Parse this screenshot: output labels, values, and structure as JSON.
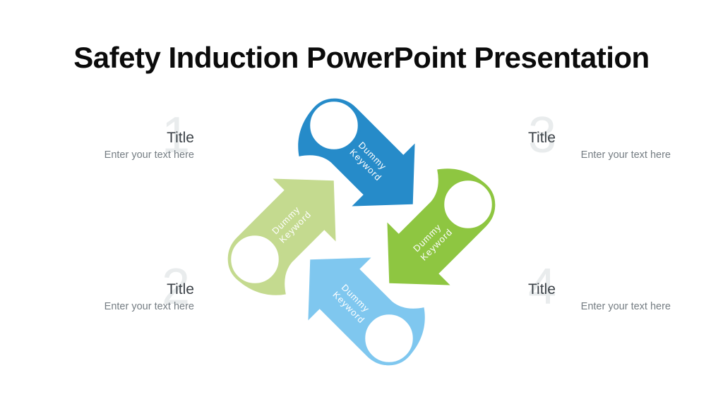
{
  "slide": {
    "title": "Safety Induction PowerPoint Presentation"
  },
  "placeholders": [
    {
      "number": "1",
      "title": "Title",
      "caption": "Enter your text here",
      "position": "top-left"
    },
    {
      "number": "2",
      "title": "Title",
      "caption": "Enter your text here",
      "position": "bottom-left"
    },
    {
      "number": "3",
      "title": "Title",
      "caption": "Enter your text here",
      "position": "top-right"
    },
    {
      "number": "4",
      "title": "Title",
      "caption": "Enter your text here",
      "position": "bottom-right"
    }
  ],
  "diagram": {
    "type": "cycle",
    "arrows": [
      {
        "label_line1": "Dummy",
        "label_line2": "Keyword",
        "color": "#268bc9",
        "position": "top",
        "direction": "down-right"
      },
      {
        "label_line1": "Dummy",
        "label_line2": "Keyword",
        "color": "#8ec641",
        "position": "right",
        "direction": "down-left"
      },
      {
        "label_line1": "Dummy",
        "label_line2": "Keyword",
        "color": "#7fc7ef",
        "position": "bottom",
        "direction": "up-left"
      },
      {
        "label_line1": "Dummy",
        "label_line2": "Keyword",
        "color": "#c4da8f",
        "position": "left",
        "direction": "up-right"
      }
    ],
    "circle_fill": "#ffffff"
  },
  "colors": {
    "background": "#ffffff",
    "title_text": "#0b0b0b",
    "placeholder_title_text": "#3b4147",
    "placeholder_caption_text": "#757d83",
    "placeholder_number_text": "#e9eced"
  }
}
